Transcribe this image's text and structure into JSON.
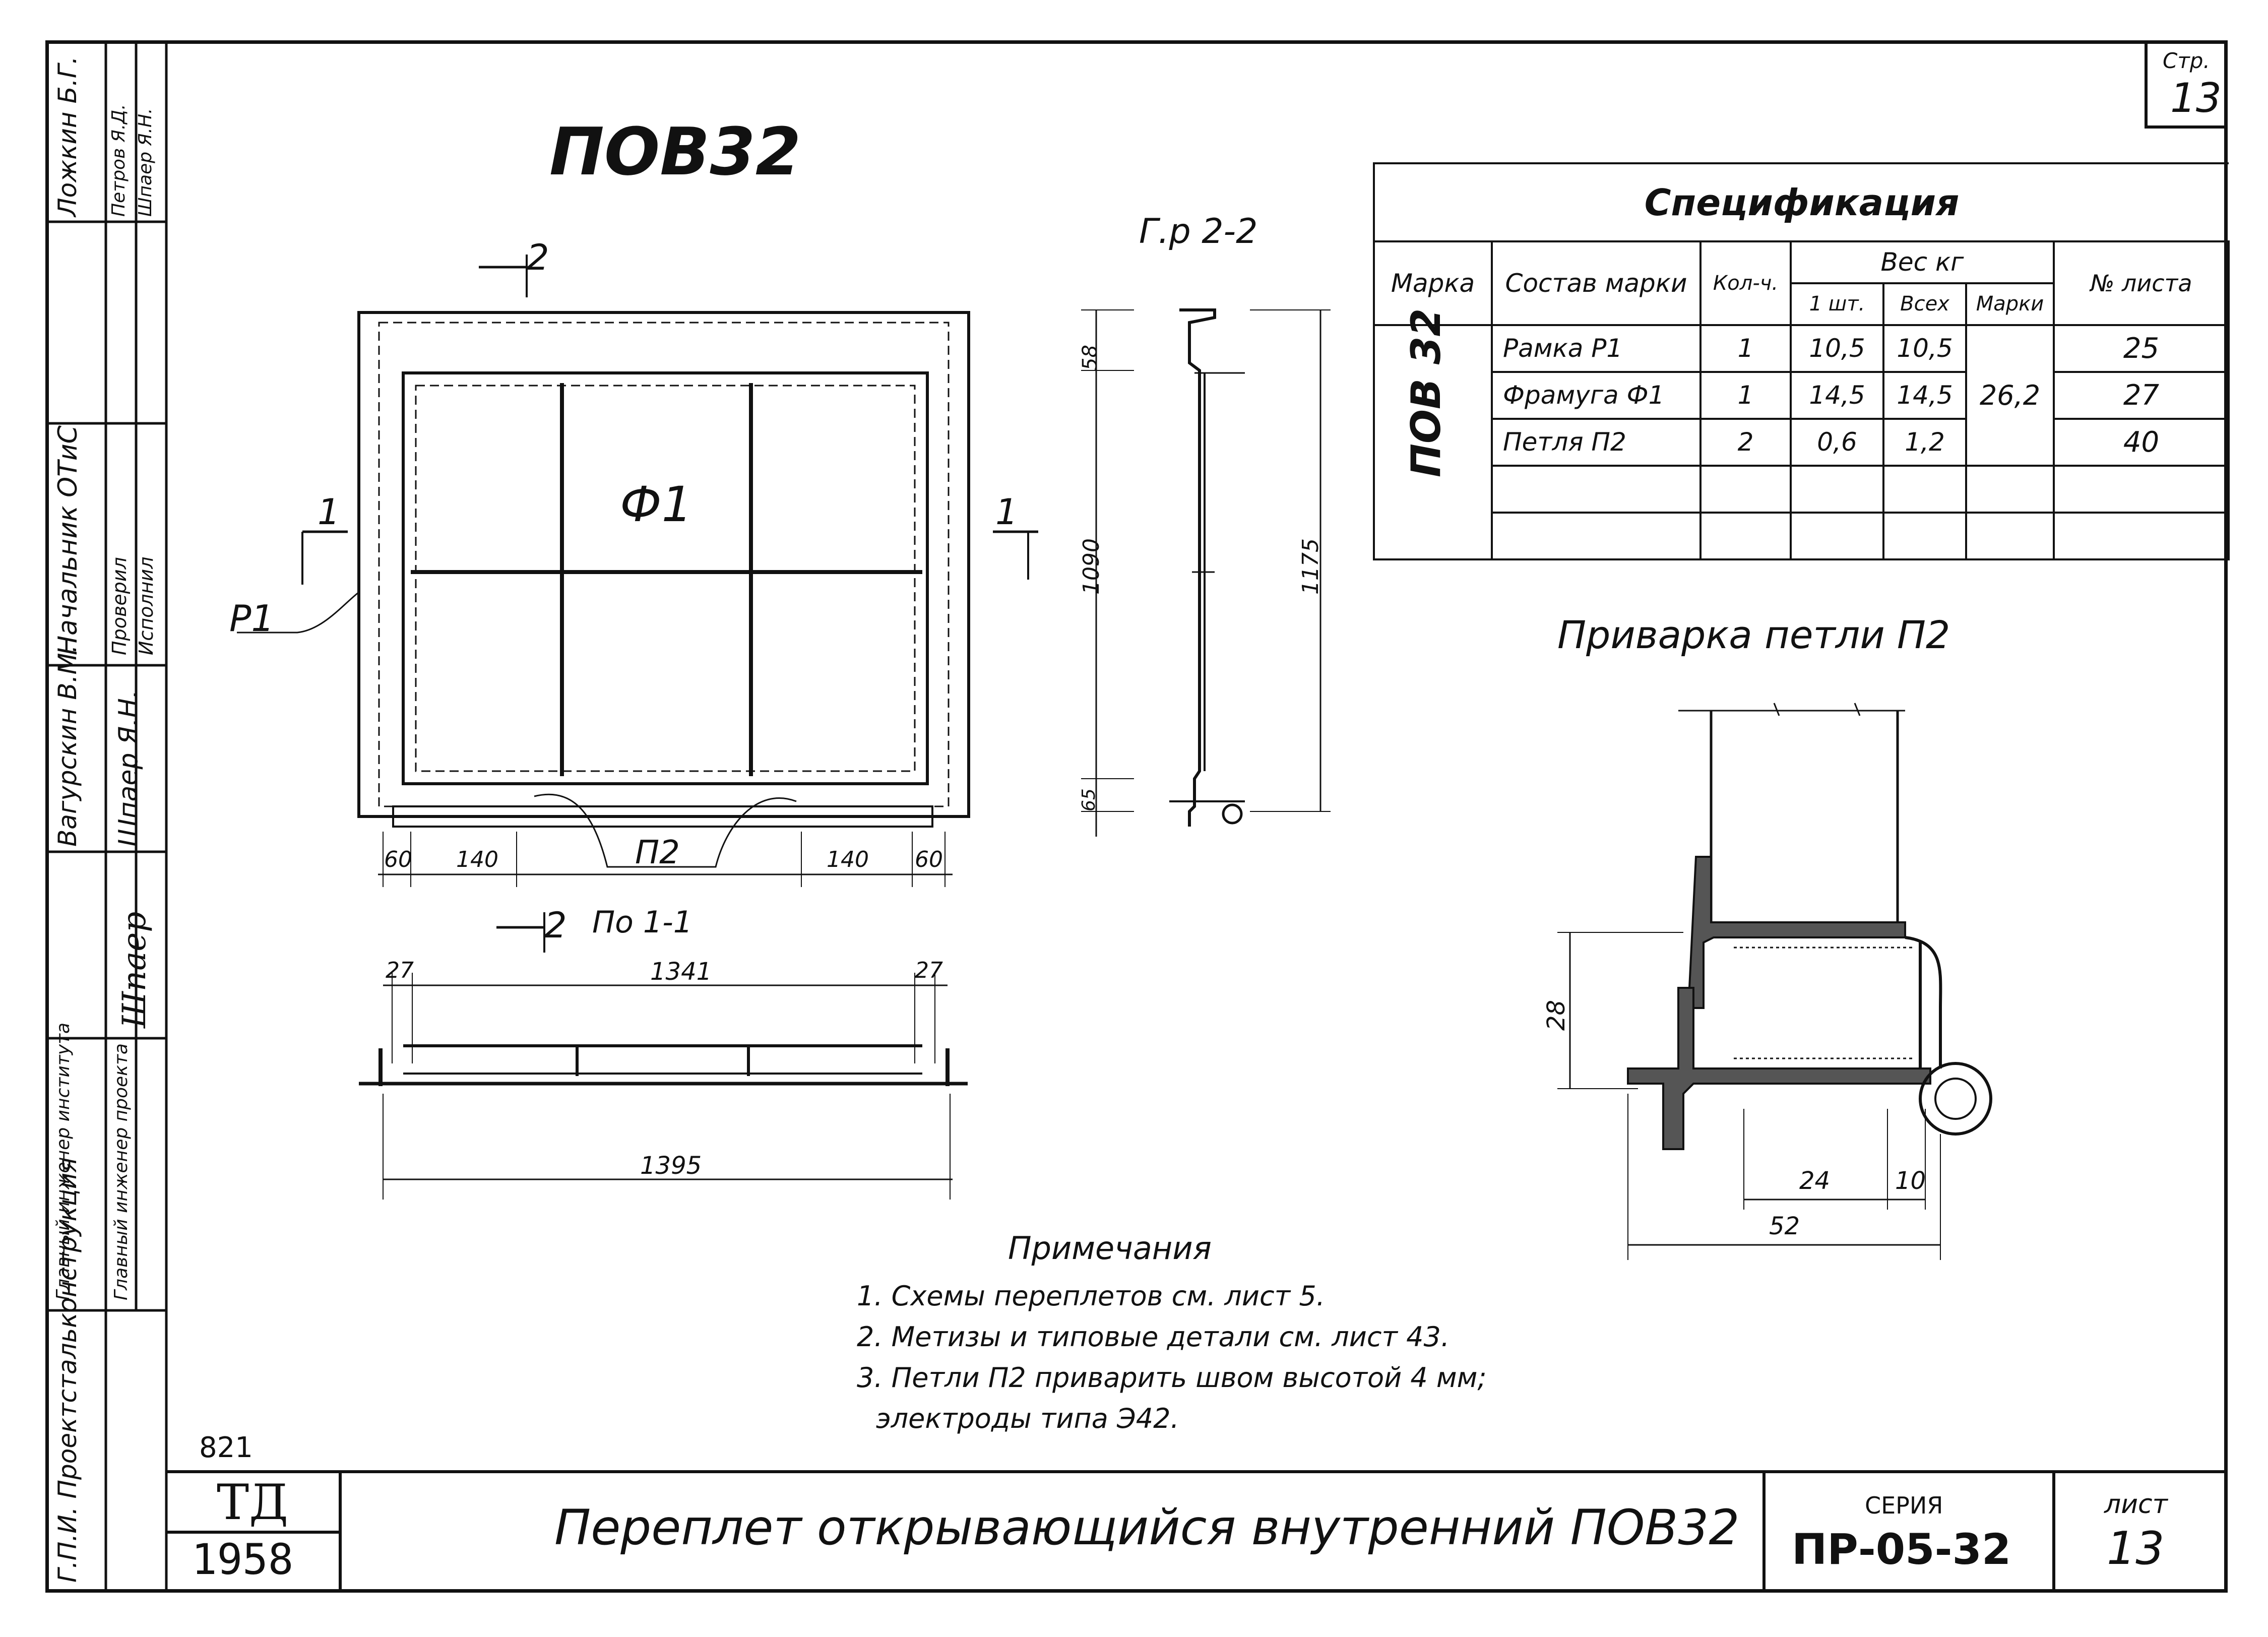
{
  "page": {
    "page_number_label": "Стр.",
    "page_number": "13",
    "year_number": "821"
  },
  "drawing": {
    "title": "ПОВ32",
    "section_2_2": "Г.р 2-2",
    "section_1_1": "По 1-1",
    "section_mark_1": "1",
    "section_mark_2": "2",
    "part_p1": "Р1",
    "part_f1": "Ф1",
    "part_p2": "П2",
    "dims": {
      "d60_left": "60",
      "d140_left": "140",
      "d140_right": "140",
      "d60_right": "60",
      "d27_left": "27",
      "d1341": "1341",
      "d27_right": "27",
      "d1395": "1395",
      "d58": "58",
      "d1090": "1090",
      "d1175": "1175",
      "d65": "65"
    }
  },
  "spec": {
    "title": "Спецификация",
    "headers": {
      "marka": "Марка",
      "sostav": "Состав марки",
      "kol": "Кол-ч.",
      "ves": "Вес кг",
      "one": "1 шт.",
      "all": "Всех",
      "marki": "Марки",
      "sheet": "№ листа"
    },
    "mark": "ПОВ 32",
    "total": "26,2",
    "rows": [
      {
        "name": "Рамка Р1",
        "qty": "1",
        "one": "10,5",
        "all": "10,5",
        "sheet": "25"
      },
      {
        "name": "Фрамуга Ф1",
        "qty": "1",
        "one": "14,5",
        "all": "14,5",
        "sheet": "27"
      },
      {
        "name": "Петля П2",
        "qty": "2",
        "one": "0,6",
        "all": "1,2",
        "sheet": "40"
      }
    ]
  },
  "weld": {
    "title": "Приварка петли П2",
    "d28": "28",
    "d24": "24",
    "d10": "10",
    "d52": "52"
  },
  "notes": {
    "title": "Примечания",
    "items": [
      "1. Схемы переплетов см. лист 5.",
      "2. Метизы и типовые детали см. лист 43.",
      "3. Петли П2 приварить швом высотой 4 мм;",
      "электроды типа Э42."
    ]
  },
  "titleblock": {
    "td": "ТД",
    "year": "1958",
    "main_title": "Переплет открывающийся внутренний ПОВ32",
    "series_label": "СЕРИЯ",
    "series": "ПР-05-32",
    "sheet_label": "лист",
    "sheet": "13"
  },
  "stamp": {
    "org": "Г.П.И. Проектстальконструкция",
    "rows": [
      {
        "role": "Главный инженер института",
        "name": ""
      },
      {
        "role": "Главный инженер проекта",
        "name": "Шпаер"
      },
      {
        "role": "Вагурскин В.М.",
        "name": "Шпаер Я.Н."
      },
      {
        "role": "Начальник ОТиС",
        "name": "Проверил"
      },
      {
        "role": "Исполнил",
        "name": ""
      },
      {
        "role": "Ложкин Б.Г.",
        "name": "Петров Я.Д."
      },
      {
        "role": "Шпаер Я.Н.",
        "name": ""
      }
    ]
  }
}
